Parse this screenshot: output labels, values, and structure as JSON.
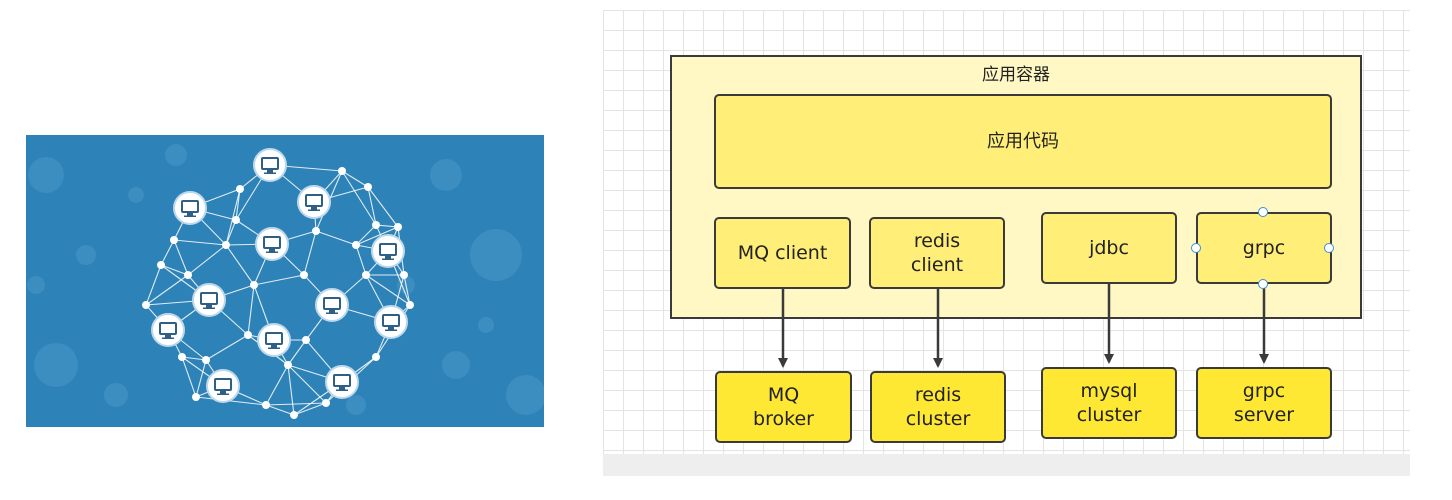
{
  "network_image": {
    "background_color": "#2d82b7",
    "node_color": "#ffffff",
    "icon": "computer-monitor-icon"
  },
  "diagram": {
    "container": {
      "label": "应用容器",
      "fill": "#fff8c4"
    },
    "app_code": {
      "label": "应用代码"
    },
    "clients": [
      {
        "label": "MQ client"
      },
      {
        "label": "redis\nclient"
      },
      {
        "label": "jdbc"
      },
      {
        "label": "grpc"
      }
    ],
    "backends": [
      {
        "label": "MQ\nbroker"
      },
      {
        "label": "redis\ncluster"
      },
      {
        "label": "mysql\ncluster"
      },
      {
        "label": "grpc\nserver"
      }
    ],
    "colors": {
      "inner_box": "#ffee78",
      "external_box": "#ffe833",
      "selection_handle": "#3b8fd8"
    }
  }
}
